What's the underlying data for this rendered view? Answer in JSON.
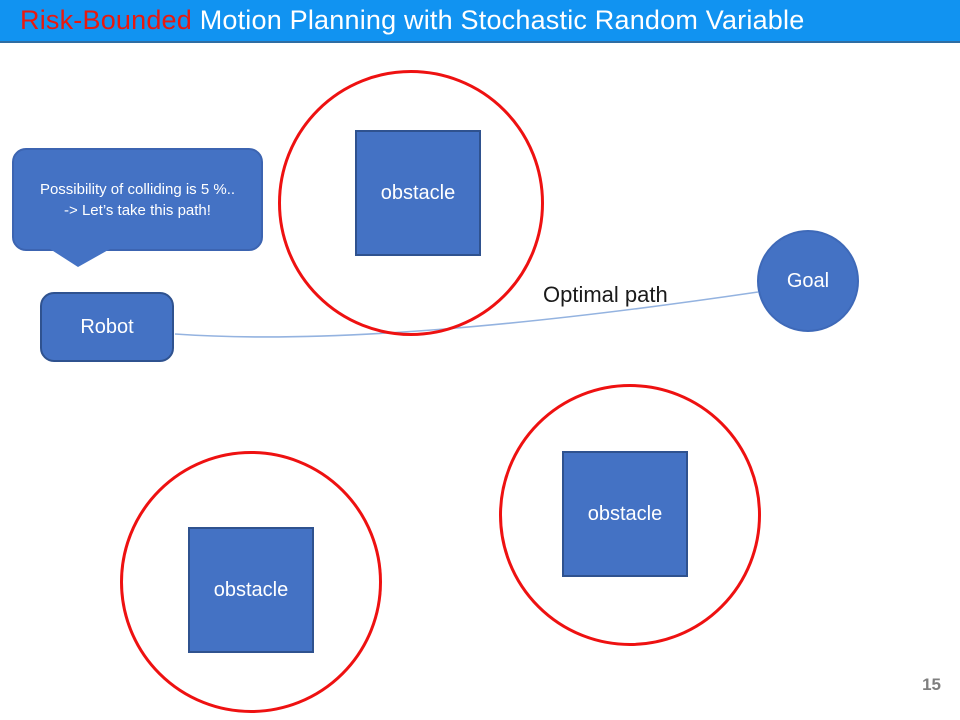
{
  "title": {
    "highlight": "Risk-Bounded",
    "rest": " Motion Planning with Stochastic Random Variable"
  },
  "callout": {
    "line1": "Possibility of colliding is 5 %..",
    "line2": "-> Let’s take this path!"
  },
  "shapes": {
    "robot_label": "Robot",
    "goal_label": "Goal",
    "path_label": "Optimal path",
    "obstacles": [
      {
        "label": "obstacle"
      },
      {
        "label": "obstacle"
      },
      {
        "label": "obstacle"
      }
    ]
  },
  "footer": {
    "page_number": "15"
  },
  "colors": {
    "header_bg": "#1193F1",
    "header_border": "#2F6DA3",
    "title_highlight_red": "#E8190F",
    "title_text": "#FFFFFF",
    "shape_fill": "#4472C4",
    "shape_border": "#2F528F",
    "risk_circle_stroke": "#EE1111",
    "path_line": "#94B3E0",
    "path_label_color": "#1A1A1A",
    "page_number_color": "#7F7F7F"
  }
}
